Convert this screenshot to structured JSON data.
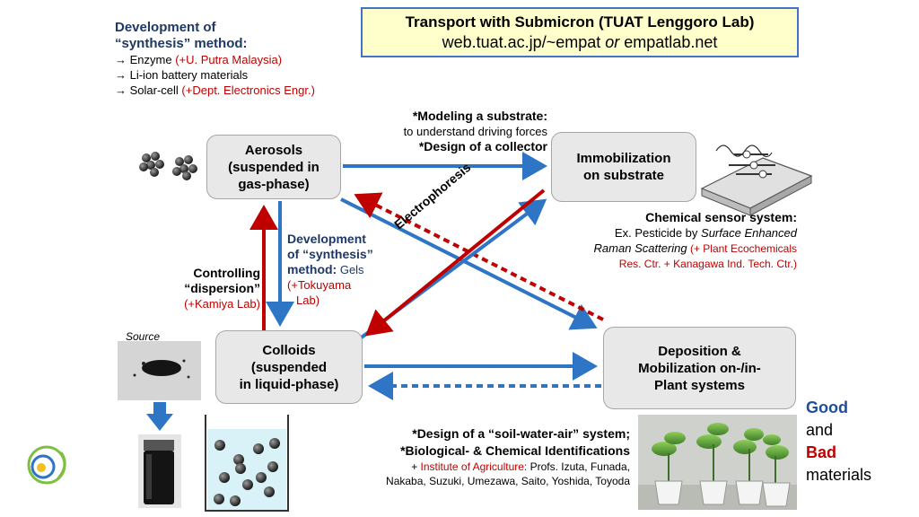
{
  "title_box": {
    "line1": "Transport with Submicron (TUAT Lenggoro Lab)",
    "url1": "web.tuat.ac.jp/~empat",
    "or": "or",
    "url2": "empatlab.net"
  },
  "synthesis": {
    "heading1": "Development of",
    "heading2": "“synthesis” method:",
    "items": [
      {
        "text": "→ Enzyme ",
        "partner": "(+U. Putra Malaysia)"
      },
      {
        "text": "→ Li-ion battery materials",
        "partner": ""
      },
      {
        "text": "→ Solar-cell ",
        "partner": "(+Dept. Electronics Engr.)"
      }
    ]
  },
  "nodes": {
    "aerosols": [
      "Aerosols",
      "(suspended in",
      "gas-phase)"
    ],
    "immobilization": [
      "Immobilization",
      "on substrate"
    ],
    "colloids": [
      "Colloids",
      "(suspended",
      "in liquid-phase)"
    ],
    "deposition": [
      "Deposition &",
      "Mobilization on-/in-",
      "Plant systems"
    ]
  },
  "labels": {
    "modeling_title": "*Modeling a substrate:",
    "modeling_sub": "to understand driving forces",
    "collector": "*Design of a collector",
    "electrophoresis": "Electrophoresis",
    "dev_gels_h1": "Development",
    "dev_gels_h2": "of “synthesis”",
    "dev_gels_h3": "method:",
    "dev_gels_gels": " Gels",
    "dev_gels_partner1": "(+Tokuyama",
    "dev_gels_partner2": "Lab)",
    "controlling1": "Controlling",
    "controlling2": "“dispersion”",
    "controlling_partner": "(+Kamiya Lab)",
    "sensor_title": "Chemical sensor system:",
    "sensor_line1_a": "Ex. Pesticide by ",
    "sensor_line1_b": "Surface Enhanced",
    "sensor_line2_a": "Raman Scattering",
    "sensor_line2_b": " (+ Plant Ecochemicals",
    "sensor_line3": "Res. Ctr. + Kanagawa Ind. Tech. Ctr.)",
    "design1": "*Design of a “soil-water-air” system;",
    "design2": "*Biological- & Chemical Identifications",
    "design3_a": "+ ",
    "design3_b": "Institute of Agriculture:",
    "design3_c": " Profs. Izuta, Funada,",
    "design4": "Nakaba, Suzuki, Umezawa, Saito, Yoshida, Toyoda",
    "source": "Source",
    "good": "Good",
    "and": "and",
    "bad": "Bad",
    "materials": "materials"
  },
  "colors": {
    "blue_arrow": "#2e75c6",
    "red_arrow": "#c00000",
    "title_border": "#4472c4",
    "title_fill": "#ffffcc"
  }
}
